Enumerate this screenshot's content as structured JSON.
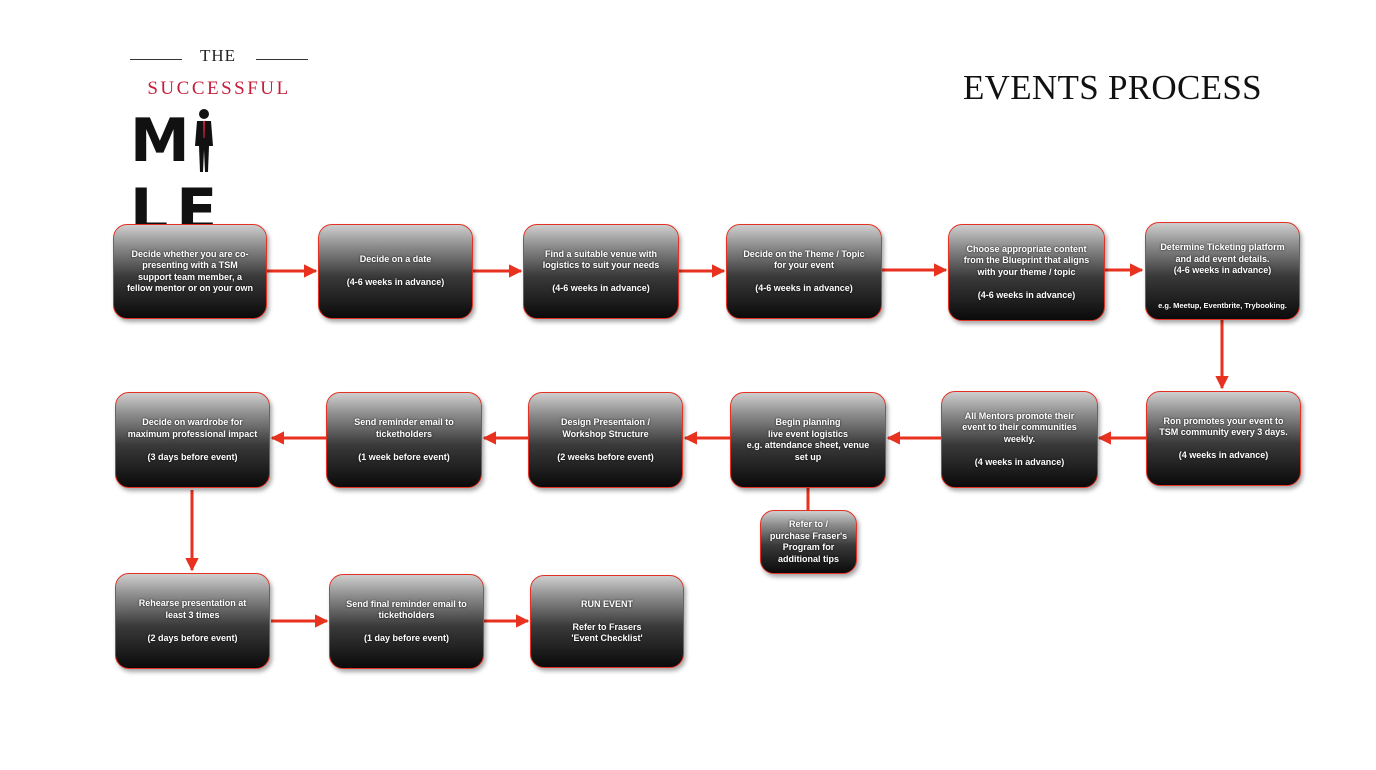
{
  "logo": {
    "the": "THE",
    "successful": "SUCCESSFUL",
    "mile": "M LE",
    "figure_icon": "businessman-silhouette-icon"
  },
  "title": "EVENTS PROCESS",
  "colors": {
    "arrow": "#e8321f",
    "box_border": "#e23223",
    "logo_red": "#c41e3a",
    "box_top": "#cfcfcf",
    "box_bottom": "#0a0a0a"
  },
  "steps": [
    {
      "id": "s1",
      "text": "Decide whether you are co-\npresenting with a TSM\nsupport team member, a\nfellow mentor or on your own"
    },
    {
      "id": "s2",
      "text": "Decide on a date\n\n(4-6 weeks in advance)"
    },
    {
      "id": "s3",
      "text": "Find a suitable venue with\nlogistics to suit your needs\n\n(4-6 weeks in advance)"
    },
    {
      "id": "s4",
      "text": "Decide on the Theme / Topic\nfor your event\n\n(4-6 weeks in advance)"
    },
    {
      "id": "s5",
      "text": "Choose appropriate content\nfrom the Blueprint that aligns\nwith your theme / topic\n\n(4-6 weeks in advance)"
    },
    {
      "id": "s6",
      "text": "Determine Ticketing platform\nand add event details.\n(4-6 weeks in advance)",
      "note": "e.g. Meetup, Eventbrite, Trybooking."
    },
    {
      "id": "s7",
      "text": "Ron promotes your event to\nTSM community every 3 days.\n\n(4 weeks in advance)"
    },
    {
      "id": "s8",
      "text": "All Mentors promote their\nevent to their communities\nweekly.\n\n(4 weeks in advance)"
    },
    {
      "id": "s9",
      "text": "Begin planning\nlive event logistics\ne.g. attendance sheet, venue\nset up"
    },
    {
      "id": "s10",
      "text": "Design Presentaion /\nWorkshop Structure\n\n(2 weeks before event)"
    },
    {
      "id": "s11",
      "text": "Send reminder email to\nticketholders\n\n(1 week before event)"
    },
    {
      "id": "s12",
      "text": "Decide on wardrobe for\nmaximum professional impact\n\n(3 days before event)"
    },
    {
      "id": "s13",
      "text": "Rehearse presentation at\nleast 3 times\n\n(2 days before event)"
    },
    {
      "id": "s14",
      "text": "Send final reminder email to\nticketholders\n\n(1 day before event)"
    },
    {
      "id": "s15",
      "text": "RUN EVENT\n\nRefer to Frasers\n'Event Checklist'"
    },
    {
      "id": "s16",
      "text": "Refer to /\npurchase Fraser's\nProgram for\nadditional tips"
    }
  ]
}
